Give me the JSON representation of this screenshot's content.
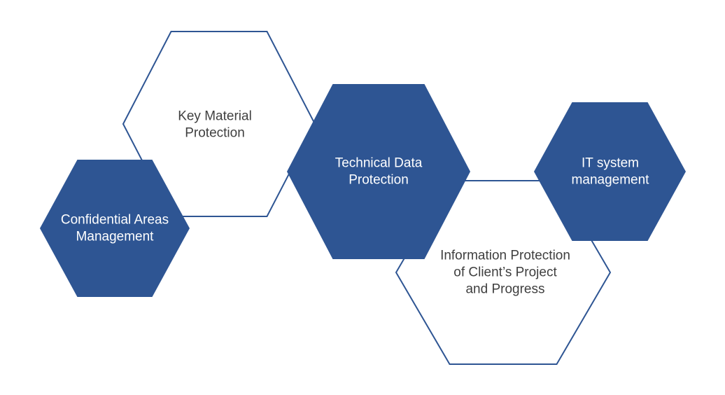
{
  "diagram": {
    "type": "hexagon-cluster",
    "background": "#ffffff",
    "colors": {
      "primary_blue": "#2e5593",
      "outline_blue": "#2e5593",
      "outline_fill": "#ffffff",
      "dark_text": "#3f3f3f",
      "light_text": "#ffffff"
    },
    "hexagons": [
      {
        "id": "key-material",
        "label": "Key Material\nProtection",
        "style": "outlined"
      },
      {
        "id": "information-protection",
        "label": "Information Protection\nof Client’s Project\nand Progress",
        "style": "outlined"
      },
      {
        "id": "confidential-areas",
        "label": "Confidential Areas\nManagement",
        "style": "filled"
      },
      {
        "id": "technical-data",
        "label": "Technical Data\nProtection",
        "style": "filled"
      },
      {
        "id": "it-system",
        "label": "IT system\nmanagement",
        "style": "filled"
      }
    ]
  }
}
